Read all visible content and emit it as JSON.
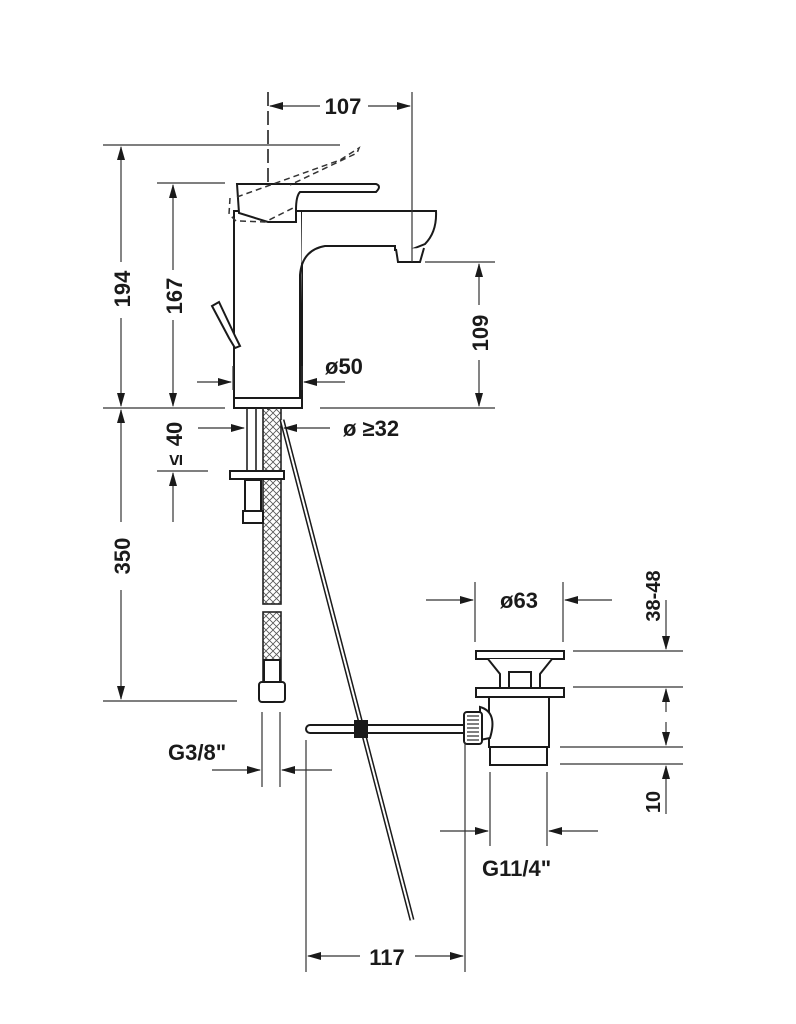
{
  "drawing": {
    "title": "Basin mixer dimensional drawing",
    "units": "mm",
    "line_color": "#1a1a1a",
    "background": "#ffffff"
  },
  "dimensions": {
    "spout_reach": "107",
    "total_height": "194",
    "lever_height": "167",
    "spout_height": "109",
    "body_diameter": "ø50",
    "hole_diameter": "ø ≥32",
    "max_deck_thickness_value": "40",
    "max_deck_thickness_symbol": "≤",
    "hose_length": "350",
    "hose_connection": "G3/8\"",
    "waste_diameter": "ø63",
    "plug_lift": "38-48",
    "waste_offset": "10",
    "waste_connection": "G11/4\"",
    "rod_distance": "117"
  }
}
